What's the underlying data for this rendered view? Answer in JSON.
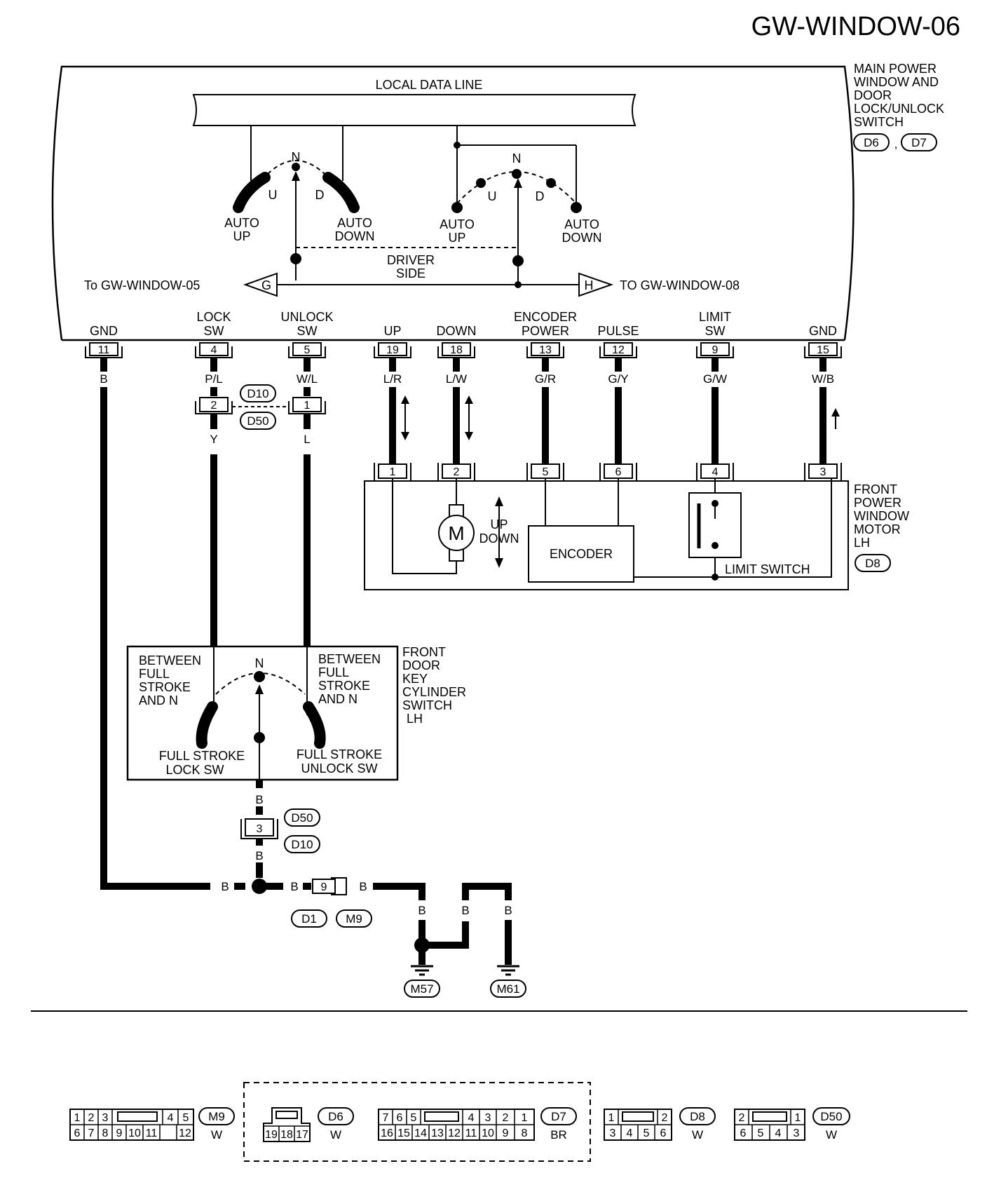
{
  "page_title": "GW-WINDOW-06",
  "main_switch": {
    "name_lines": [
      "MAIN POWER",
      "WINDOW AND",
      "DOOR",
      "LOCK/UNLOCK",
      "SWITCH"
    ],
    "connectors": [
      "D6",
      "D7"
    ],
    "connector_separator": ",",
    "local_data_line": "LOCAL DATA LINE",
    "driver_side_lines": [
      "DRIVER",
      "SIDE"
    ],
    "switch1": {
      "n": "N",
      "u": "U",
      "d": "D",
      "auto_up": [
        "AUTO",
        "UP"
      ],
      "auto_down": [
        "AUTO",
        "DOWN"
      ]
    },
    "switch2": {
      "n": "N",
      "u": "U",
      "d": "D",
      "auto_up": [
        "AUTO",
        "UP"
      ],
      "auto_down": [
        "AUTO",
        "DOWN"
      ]
    },
    "link_left": {
      "text": "To GW-WINDOW-05",
      "letter": "G"
    },
    "link_right": {
      "text": "TO GW-WINDOW-08",
      "letter": "H"
    }
  },
  "terminals": [
    {
      "label": [
        "",
        "GND"
      ],
      "pin": "11",
      "wire": "B"
    },
    {
      "label": [
        "LOCK",
        "SW"
      ],
      "pin": "4",
      "wire": "P/L"
    },
    {
      "label": [
        "UNLOCK",
        "SW"
      ],
      "pin": "5",
      "wire": "W/L"
    },
    {
      "label": [
        "",
        "UP"
      ],
      "pin": "19",
      "wire": "L/R"
    },
    {
      "label": [
        "",
        "DOWN"
      ],
      "pin": "18",
      "wire": "L/W"
    },
    {
      "label": [
        "ENCODER",
        "POWER"
      ],
      "pin": "13",
      "wire": "G/R"
    },
    {
      "label": [
        "",
        "PULSE"
      ],
      "pin": "12",
      "wire": "G/Y"
    },
    {
      "label": [
        "LIMIT",
        "SW"
      ],
      "pin": "9",
      "wire": "G/W"
    },
    {
      "label": [
        "",
        "GND"
      ],
      "pin": "15",
      "wire": "W/B"
    }
  ],
  "intermediate_connector": {
    "pin_lock": "2",
    "pin_unlock": "1",
    "tags": [
      "D10",
      "D50"
    ],
    "wire_lock": "Y",
    "wire_unlock": "L"
  },
  "motor": {
    "name_lines": [
      "FRONT",
      "POWER",
      "WINDOW",
      "MOTOR",
      "LH"
    ],
    "connector": "D8",
    "pins": [
      "1",
      "2",
      "5",
      "6",
      "4",
      "3"
    ],
    "motor_symbol": "M",
    "up": "UP",
    "down": "DOWN",
    "encoder": "ENCODER",
    "limit_switch": "LIMIT SWITCH"
  },
  "key_cylinder": {
    "name_lines": [
      "FRONT",
      "DOOR",
      "KEY",
      "CYLINDER",
      "SWITCH",
      "LH"
    ],
    "left_label": [
      "BETWEEN",
      "FULL",
      "STROKE",
      "AND N"
    ],
    "right_label": [
      "BETWEEN",
      "FULL",
      "STROKE",
      "AND N"
    ],
    "n": "N",
    "full_lock": [
      "FULL STROKE",
      "LOCK SW"
    ],
    "full_unlock": [
      "FULL STROKE",
      "UNLOCK SW"
    ],
    "wire_out": "B",
    "pin": "3",
    "tags": [
      "D50",
      "D10"
    ],
    "wire_below": "B"
  },
  "ground_path": {
    "wire_left": "B",
    "wire_mid": "B",
    "joint_pin": "9",
    "wire_after": "B",
    "joint_tags": [
      "D1",
      "M9"
    ],
    "wire_m57": "B",
    "wire_link": "B",
    "wire_m61": "B",
    "grounds": [
      "M57",
      "M61"
    ]
  },
  "connector_views": [
    {
      "id": "M9",
      "color": "W",
      "top": [
        "1",
        "2",
        "3",
        "4",
        "5"
      ],
      "bottom": [
        "6",
        "7",
        "8",
        "9",
        "10",
        "11",
        "12"
      ]
    },
    {
      "id": "D6",
      "color": "W",
      "top": [],
      "bottom": [
        "19",
        "18",
        "17"
      ]
    },
    {
      "id": "D7",
      "color": "BR",
      "top": [
        "7",
        "6",
        "5",
        "4",
        "3",
        "2",
        "1"
      ],
      "bottom": [
        "16",
        "15",
        "14",
        "13",
        "12",
        "11",
        "10",
        "9",
        "8"
      ]
    },
    {
      "id": "D8",
      "color": "W",
      "top": [
        "1",
        "2"
      ],
      "bottom": [
        "3",
        "4",
        "5",
        "6"
      ]
    },
    {
      "id": "D50",
      "color": "W",
      "top": [
        "2",
        "1"
      ],
      "bottom": [
        "6",
        "5",
        "4",
        "3"
      ]
    }
  ]
}
